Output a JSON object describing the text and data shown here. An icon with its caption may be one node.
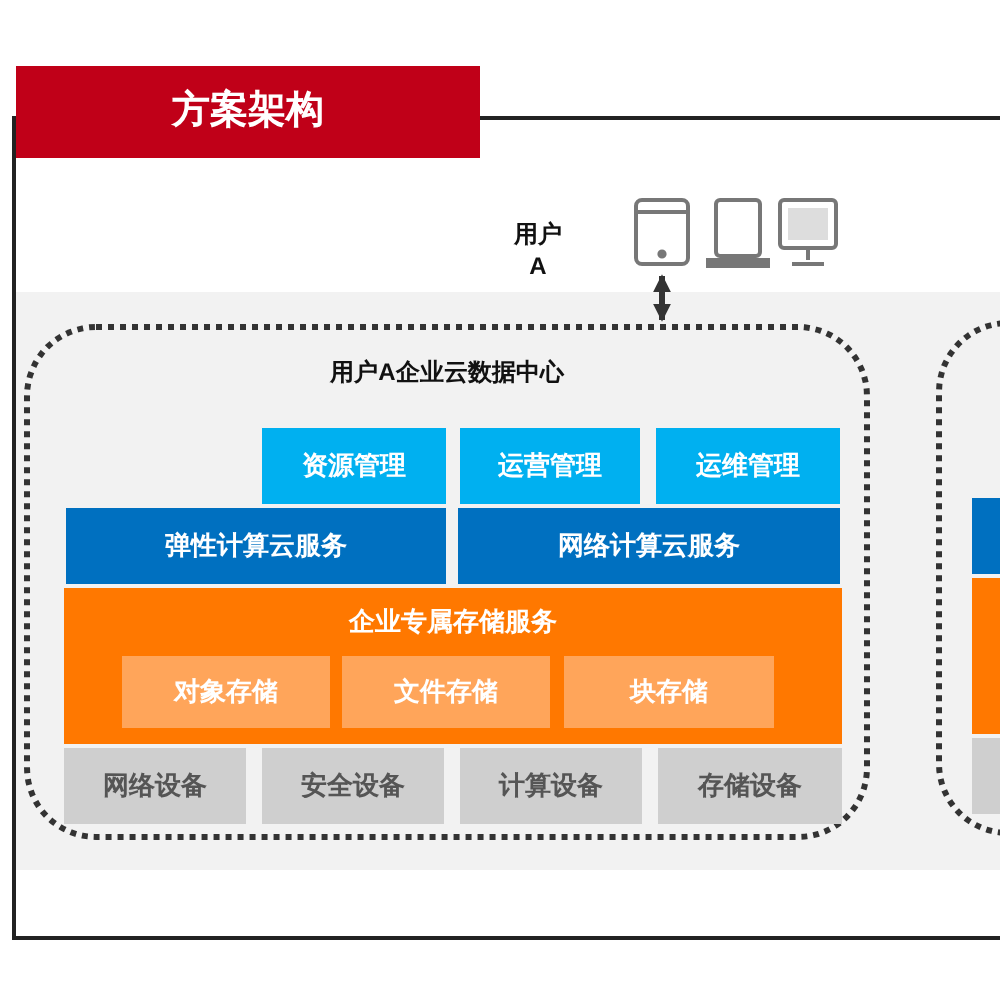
{
  "diagram": {
    "nodes": [
      {
        "text": [
          "方案架构"
        ]
      },
      {
        "text": [
          "用户A"
        ],
        "in": 0
      },
      {
        "text": [],
        "shape": "picture",
        "in": 0
      },
      {
        "text": [
          "用户A企业云数据中心"
        ],
        "in": 0
      },
      {
        "text": [
          "资源管理"
        ],
        "in": 3
      },
      {
        "text": [
          "运营管理"
        ],
        "in": 3
      },
      {
        "text": [
          "运维管理"
        ],
        "in": 3
      },
      {
        "text": [
          "弹性计算云服务"
        ],
        "in": 3
      },
      {
        "text": [
          "网络计算云服务"
        ],
        "in": 3
      },
      {
        "text": [
          "企业专属存储服务"
        ],
        "in": 3
      },
      {
        "text": [
          "对象存储"
        ],
        "in": 9
      },
      {
        "text": [
          "文件存储"
        ],
        "in": 9
      },
      {
        "text": [
          "块存储"
        ],
        "in": 9
      },
      {
        "text": [
          "网络设备"
        ],
        "in": 3
      },
      {
        "text": [
          "安全设备"
        ],
        "in": 3
      },
      {
        "text": [
          "计算设备"
        ],
        "in": 3
      },
      {
        "text": [
          "存储设备"
        ],
        "in": 3
      },
      {
        "text": [],
        "shape": "box"
      },
      {
        "text": [],
        "shape": "box"
      },
      {
        "text": [],
        "shape": "box"
      },
      {
        "text": [],
        "shape": "box"
      }
    ],
    "edges": [
      {
        "from": 2,
        "to": 3,
        "arrow": "both"
      }
    ]
  }
}
